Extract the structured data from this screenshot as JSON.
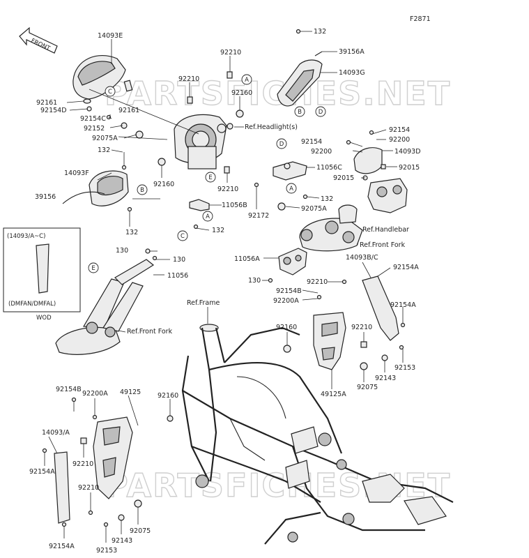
{
  "figure_code": "F2871",
  "front_label": "FRONT",
  "watermark": "PARTSFICHES.NET",
  "inset": {
    "header": "(14093/A~C)",
    "footer": "(DMFAN/DMFAL)",
    "caption": "WOD"
  },
  "labels": {
    "l_14093E": "14093E",
    "l_92161_a": "92161",
    "l_92154D": "92154D",
    "l_92161_b": "92161",
    "l_92154C": "92154C",
    "l_92152": "92152",
    "l_92075A_top": "92075A",
    "l_132_top_left": "132",
    "l_14093F": "14093F",
    "l_39156": "39156",
    "l_132_bl": "132",
    "l_92210_a": "92210",
    "l_92210_b": "92210",
    "l_92160_top": "92160",
    "l_refheadlight": "Ref.Headlight(s)",
    "l_92160_mid": "92160",
    "l_92210_c": "92210",
    "l_11056B": "11056B",
    "l_132_mid": "132",
    "l_132_topright": "132",
    "l_39156A": "39156A",
    "l_14093G": "14093G",
    "l_11056C": "11056C",
    "l_132_r": "132",
    "l_92172": "92172",
    "l_92075A_mid": "92075A",
    "l_92154_a": "92154",
    "l_92200_a": "92200",
    "l_92154_b": "92154",
    "l_92200_b": "92200",
    "l_14093D": "14093D",
    "l_92015_a": "92015",
    "l_92015_b": "92015",
    "l_refhandlebar": "Ref.Handlebar",
    "l_reffrontfork_r": "Ref.Front Fork",
    "l_11056A": "11056A",
    "l_130_r": "130",
    "l_92210_d": "92210",
    "l_92154B_r": "92154B",
    "l_92200A_r": "92200A",
    "l_14093BC": "14093B/C",
    "l_92154A_r1": "92154A",
    "l_92154A_r2": "92154A",
    "l_130_a": "130",
    "l_130_b": "130",
    "l_11056": "11056",
    "l_reffrontfork_l": "Ref.Front Fork",
    "l_refframe": "Ref.Frame",
    "l_92160_frame": "92160",
    "l_92210_e": "92210",
    "l_92153_r": "92153",
    "l_92143_r": "92143",
    "l_92075_r": "92075",
    "l_49125A": "49125A",
    "l_92154B_l": "92154B",
    "l_92200A_l": "92200A",
    "l_49125": "49125",
    "l_92160_l": "92160",
    "l_14093A": "14093/A",
    "l_92154A_l1": "92154A",
    "l_92210_f": "92210",
    "l_92210_g": "92210",
    "l_92154A_l2": "92154A",
    "l_92153_l": "92153",
    "l_92143_l": "92143",
    "l_92075_l": "92075"
  },
  "callouts": {
    "A": "A",
    "B": "B",
    "C": "C",
    "D": "D",
    "E": "E"
  }
}
